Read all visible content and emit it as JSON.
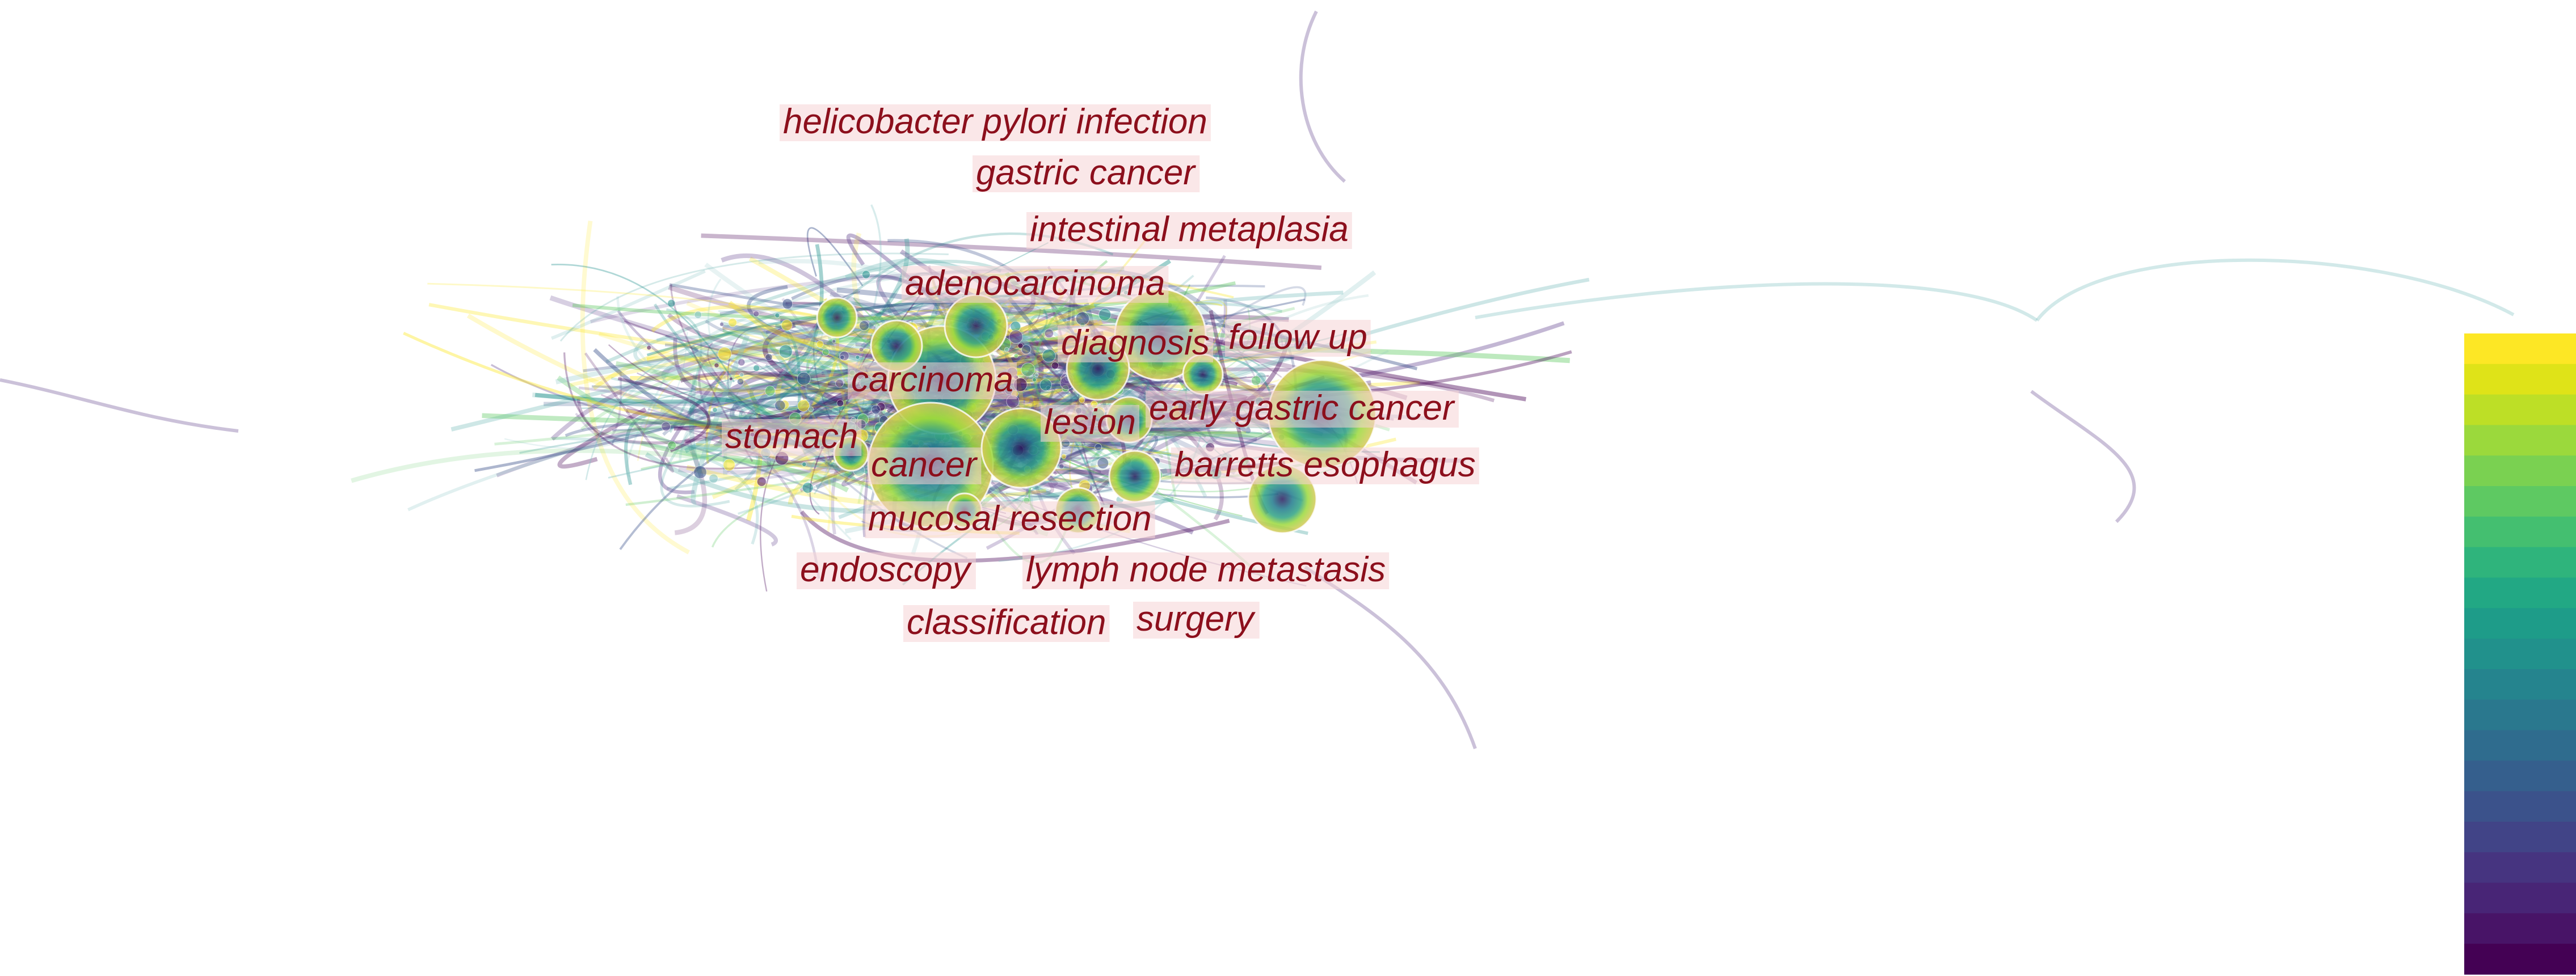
{
  "network": {
    "keywords": [
      {
        "label": "helicobacter pylori infection"
      },
      {
        "label": "gastric cancer"
      },
      {
        "label": "intestinal metaplasia"
      },
      {
        "label": "adenocarcinoma"
      },
      {
        "label": "diagnosis"
      },
      {
        "label": "follow up"
      },
      {
        "label": "carcinoma"
      },
      {
        "label": "early gastric cancer"
      },
      {
        "label": "stomach"
      },
      {
        "label": "lesion"
      },
      {
        "label": "cancer"
      },
      {
        "label": "barretts esophagus"
      },
      {
        "label": "mucosal resection"
      },
      {
        "label": "endoscopy"
      },
      {
        "label": "lymph node metastasis"
      },
      {
        "label": "classification"
      },
      {
        "label": "surgery"
      }
    ],
    "colorbar": {
      "colors": [
        "#440154",
        "#481467",
        "#482576",
        "#463480",
        "#414487",
        "#3b528b",
        "#355f8d",
        "#2f6c8e",
        "#2a788e",
        "#25848e",
        "#21918c",
        "#1e9c89",
        "#22a884",
        "#2fb47c",
        "#44bf70",
        "#5ec962",
        "#7ad151",
        "#9bd93c",
        "#bddf26",
        "#dfe318",
        "#fde725"
      ]
    },
    "edge_palette": [
      "#440154",
      "#3b528b",
      "#21918c",
      "#5ec962",
      "#fde725",
      "#6a4c93",
      "#7fbfbf"
    ],
    "label_color": "#8c0f1c",
    "label_bg_color": "#f6d3d6"
  }
}
